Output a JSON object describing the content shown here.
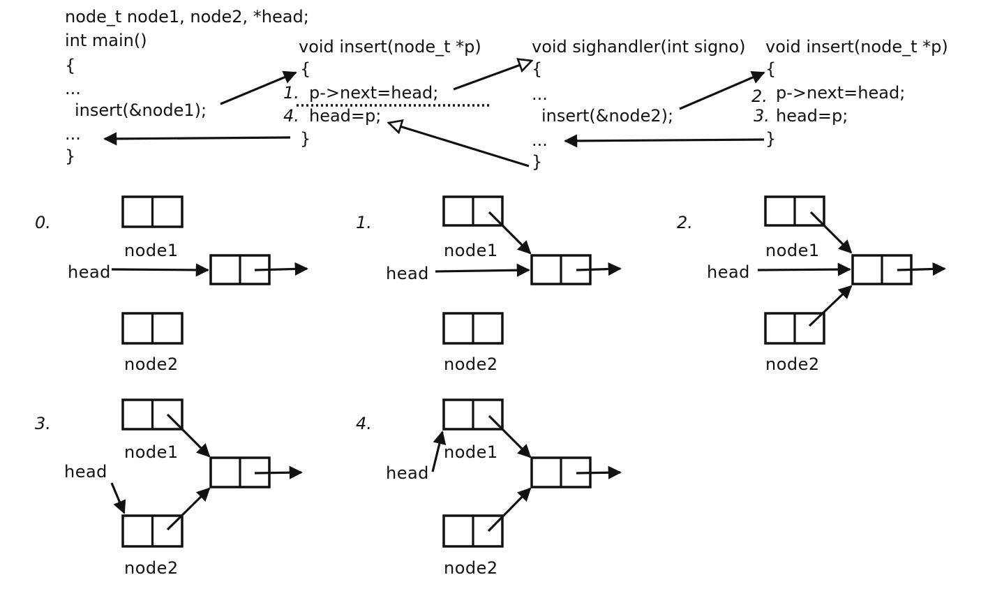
{
  "code": {
    "main": {
      "lines": [
        "node_t node1, node2, *head;",
        "int main()",
        "{",
        "...",
        "insert(&node1);",
        "...",
        "}"
      ]
    },
    "insert_a": {
      "lines": [
        "void insert(node_t *p)",
        "{",
        "p->next=head;",
        "head=p;",
        "}"
      ],
      "step_marks": [
        "1.",
        "4."
      ]
    },
    "sighandler": {
      "lines": [
        "void sighandler(int signo)",
        "{",
        "...",
        "insert(&node2);",
        "...",
        "}"
      ]
    },
    "insert_b": {
      "lines": [
        "void insert(node_t *p)",
        "{",
        "p->next=head;",
        "head=p;",
        "}"
      ],
      "step_marks": [
        "2.",
        "3."
      ]
    }
  },
  "steps": [
    {
      "number": "0.",
      "labels": {
        "node1": "node1",
        "node2": "node2",
        "head": "head"
      }
    },
    {
      "number": "1.",
      "labels": {
        "node1": "node1",
        "node2": "node2",
        "head": "head"
      }
    },
    {
      "number": "2.",
      "labels": {
        "node1": "node1",
        "node2": "node2",
        "head": "head"
      }
    },
    {
      "number": "3.",
      "labels": {
        "node1": "node1",
        "node2": "node2",
        "head": "head"
      }
    },
    {
      "number": "4.",
      "labels": {
        "node1": "node1",
        "node2": "node2",
        "head": "head"
      }
    }
  ]
}
